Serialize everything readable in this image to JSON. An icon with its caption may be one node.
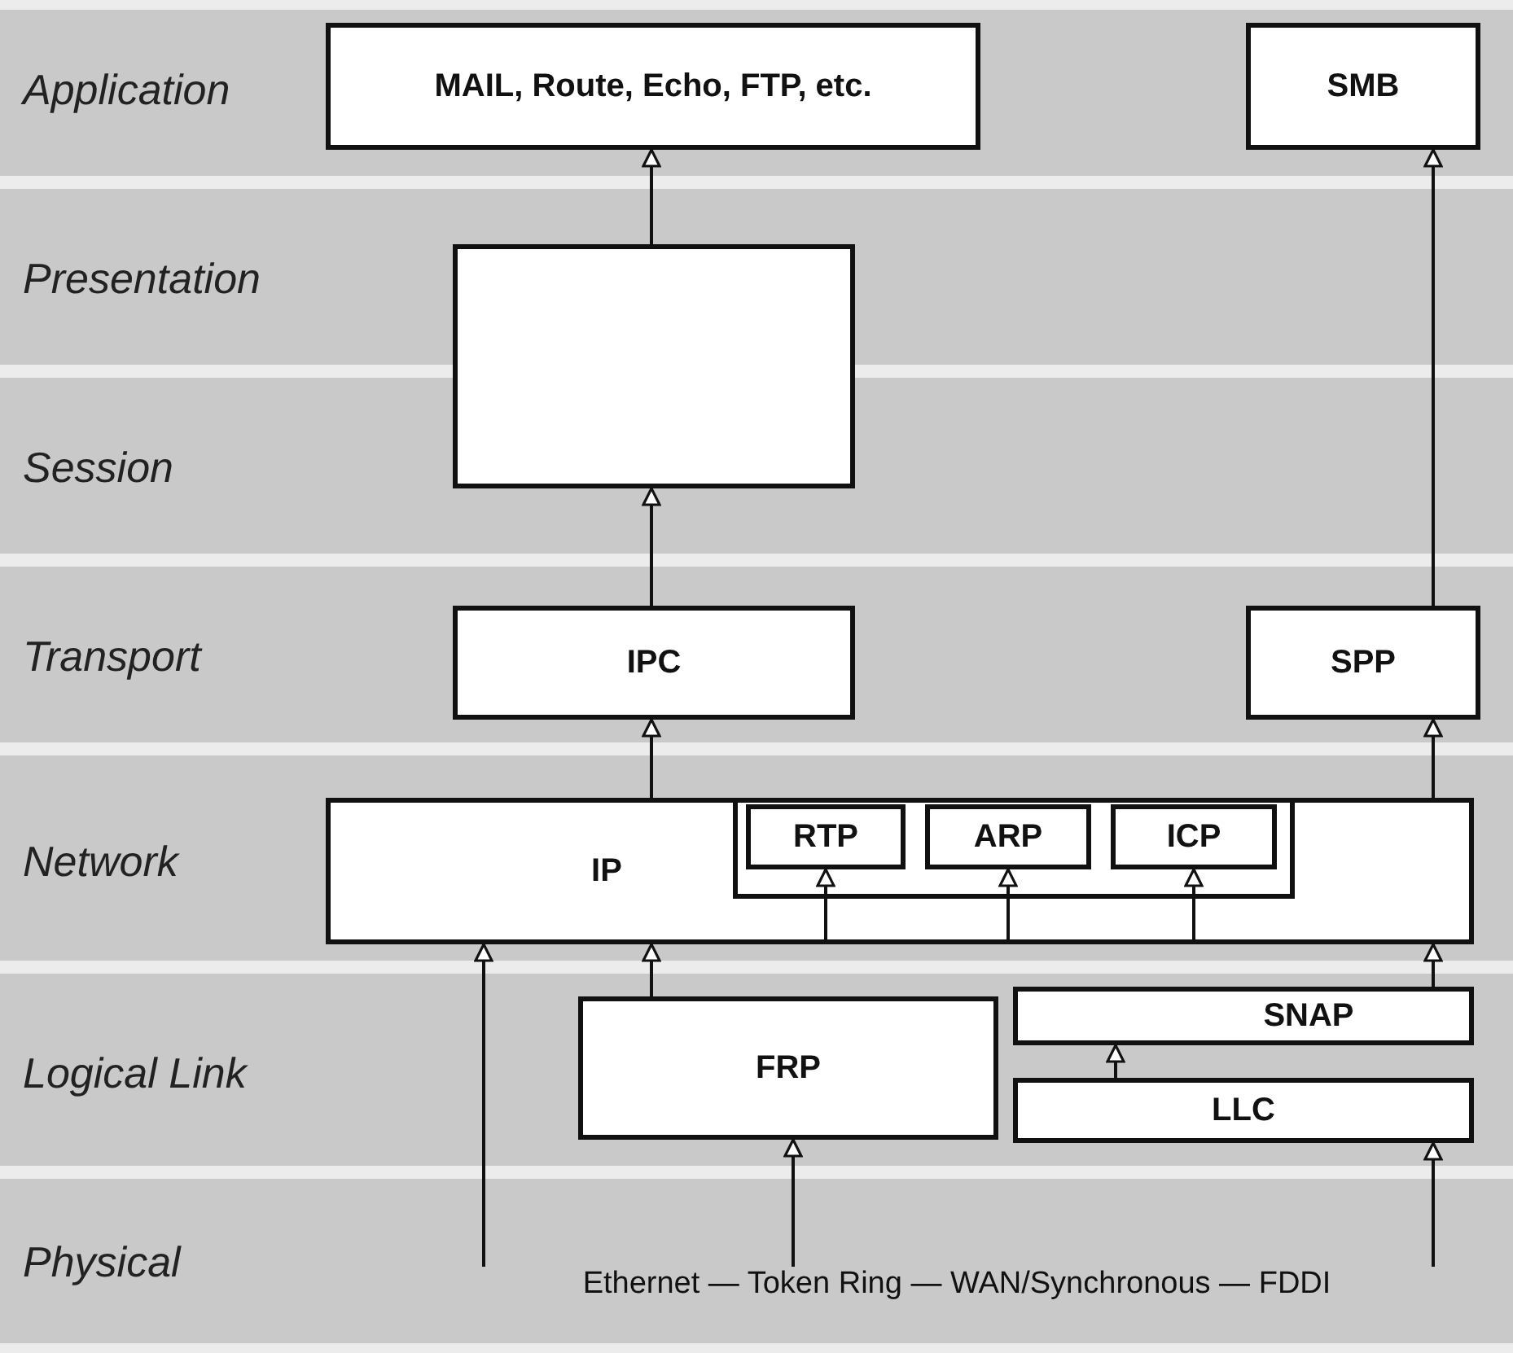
{
  "diagram": {
    "nodes": [
      {
        "text": [
          "MAIL, Route, Echo, FTP, etc."
        ]
      },
      {
        "text": [
          "SMB"
        ]
      },
      {
        "text": [],
        "shape": "box"
      },
      {
        "text": [
          "IPC"
        ]
      },
      {
        "text": [
          "SPP"
        ]
      },
      {
        "text": [
          "IP"
        ]
      },
      {
        "text": [
          "RTP"
        ],
        "in": 5
      },
      {
        "text": [
          "ARP"
        ],
        "in": 5
      },
      {
        "text": [
          "ICP"
        ],
        "in": 5
      },
      {
        "text": [
          "FRP"
        ]
      },
      {
        "text": [
          "SNAP"
        ]
      },
      {
        "text": [
          "LLC"
        ]
      },
      {
        "text": [
          "Ethernet — Token Ring — WAN/Synchronous — FDDI"
        ]
      }
    ],
    "edges": [
      {
        "from": 12,
        "to": 5,
        "arrow": "to"
      },
      {
        "from": 12,
        "to": 9,
        "arrow": "to"
      },
      {
        "from": 9,
        "to": 5,
        "arrow": "to"
      },
      {
        "from": 12,
        "to": 11,
        "arrow": "to"
      },
      {
        "from": 11,
        "to": 10,
        "arrow": "to"
      },
      {
        "from": 10,
        "to": 5,
        "arrow": "to"
      },
      {
        "from": 5,
        "to": 6,
        "arrow": "to"
      },
      {
        "from": 5,
        "to": 7,
        "arrow": "to"
      },
      {
        "from": 5,
        "to": 8,
        "arrow": "to"
      },
      {
        "from": 5,
        "to": 3,
        "arrow": "to"
      },
      {
        "from": 5,
        "to": 4,
        "arrow": "to"
      },
      {
        "from": 3,
        "to": 2,
        "arrow": "to"
      },
      {
        "from": 2,
        "to": 0,
        "arrow": "to"
      },
      {
        "from": 4,
        "to": 1,
        "arrow": "to"
      }
    ],
    "labels": [
      "Application",
      "Presentation",
      "Session",
      "Transport",
      "Network",
      "Logical Link",
      "Physical"
    ]
  }
}
